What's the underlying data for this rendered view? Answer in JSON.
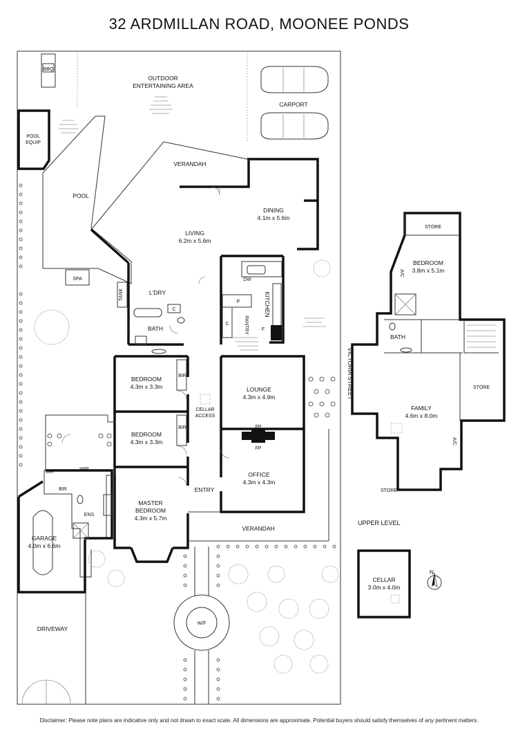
{
  "title": "32 ARDMILLAN ROAD, MOONEE PONDS",
  "street_label": "VICTORIA STREET",
  "upper_level_label": "UPPER LEVEL",
  "compass_label": "N",
  "disclaimer": "Disclaimer: Please note plans are indicative only and not drawn to exact scale. All dimensions are approximate. Potential buyers should satisfy themselves of any pertinent matters.",
  "ground_rooms": {
    "bbq": "BBQ",
    "outdoor_1": "OUTDOOR",
    "outdoor_2": "ENTERTAINING AREA",
    "carport": "CARPORT",
    "pool_equip_1": "POOL",
    "pool_equip_2": "EQUIP",
    "verandah_rear": "VERANDAH",
    "pool": "POOL",
    "dining": "DINING",
    "dining_dim": "4.1m x 5.6m",
    "living": "LIVING",
    "living_dim": "6.2m x 5.6m",
    "spa": "SPA",
    "dw": "DW",
    "ldry": "L'DRY",
    "tank": "TANK",
    "c1": "C",
    "c2": "C",
    "kitchen": "KITCHEN",
    "p": "P",
    "pantry": "PANTRY",
    "f": "F",
    "bath": "BATH",
    "bedroom1": "BEDROOM",
    "bedroom1_dim": "4.3m x 3.3m",
    "bir1": "BIR",
    "lounge": "LOUNGE",
    "lounge_dim": "4.3m x 4.9m",
    "cellar_access_1": "CELLAR",
    "cellar_access_2": "ACCESS",
    "bedroom2": "BEDROOM",
    "bedroom2_dim": "4.3m x 3.3m",
    "bir2": "BIR",
    "fp1": "FP",
    "fp2": "FP",
    "wir": "WIR",
    "bir3": "BIR",
    "bir4": "BIR",
    "office": "OFFICE",
    "office_dim": "4.3m x 4.3m",
    "entry": "ENTRY",
    "master_1": "MASTER",
    "master_2": "BEDROOM",
    "master_dim": "4.3m x 5.7m",
    "ens": "ENS",
    "garage": "GARAGE",
    "garage_dim": "4.0m x 6.6m",
    "verandah_front": "VERANDAH",
    "driveway": "DRIVEWAY",
    "wf": "W/F"
  },
  "upper_rooms": {
    "store_top": "STORE",
    "bedroom": "BEDROOM",
    "bedroom_dim": "3.8m x 5.1m",
    "ac1": "A/C",
    "bath": "BATH",
    "store_right": "STORE",
    "family": "FAMILY",
    "family_dim": "4.6m x 8.0m",
    "ac2": "A/C",
    "store_bottom": "STORE"
  },
  "cellar": {
    "name": "CELLAR",
    "dim": "3.0m x 4.0m"
  }
}
